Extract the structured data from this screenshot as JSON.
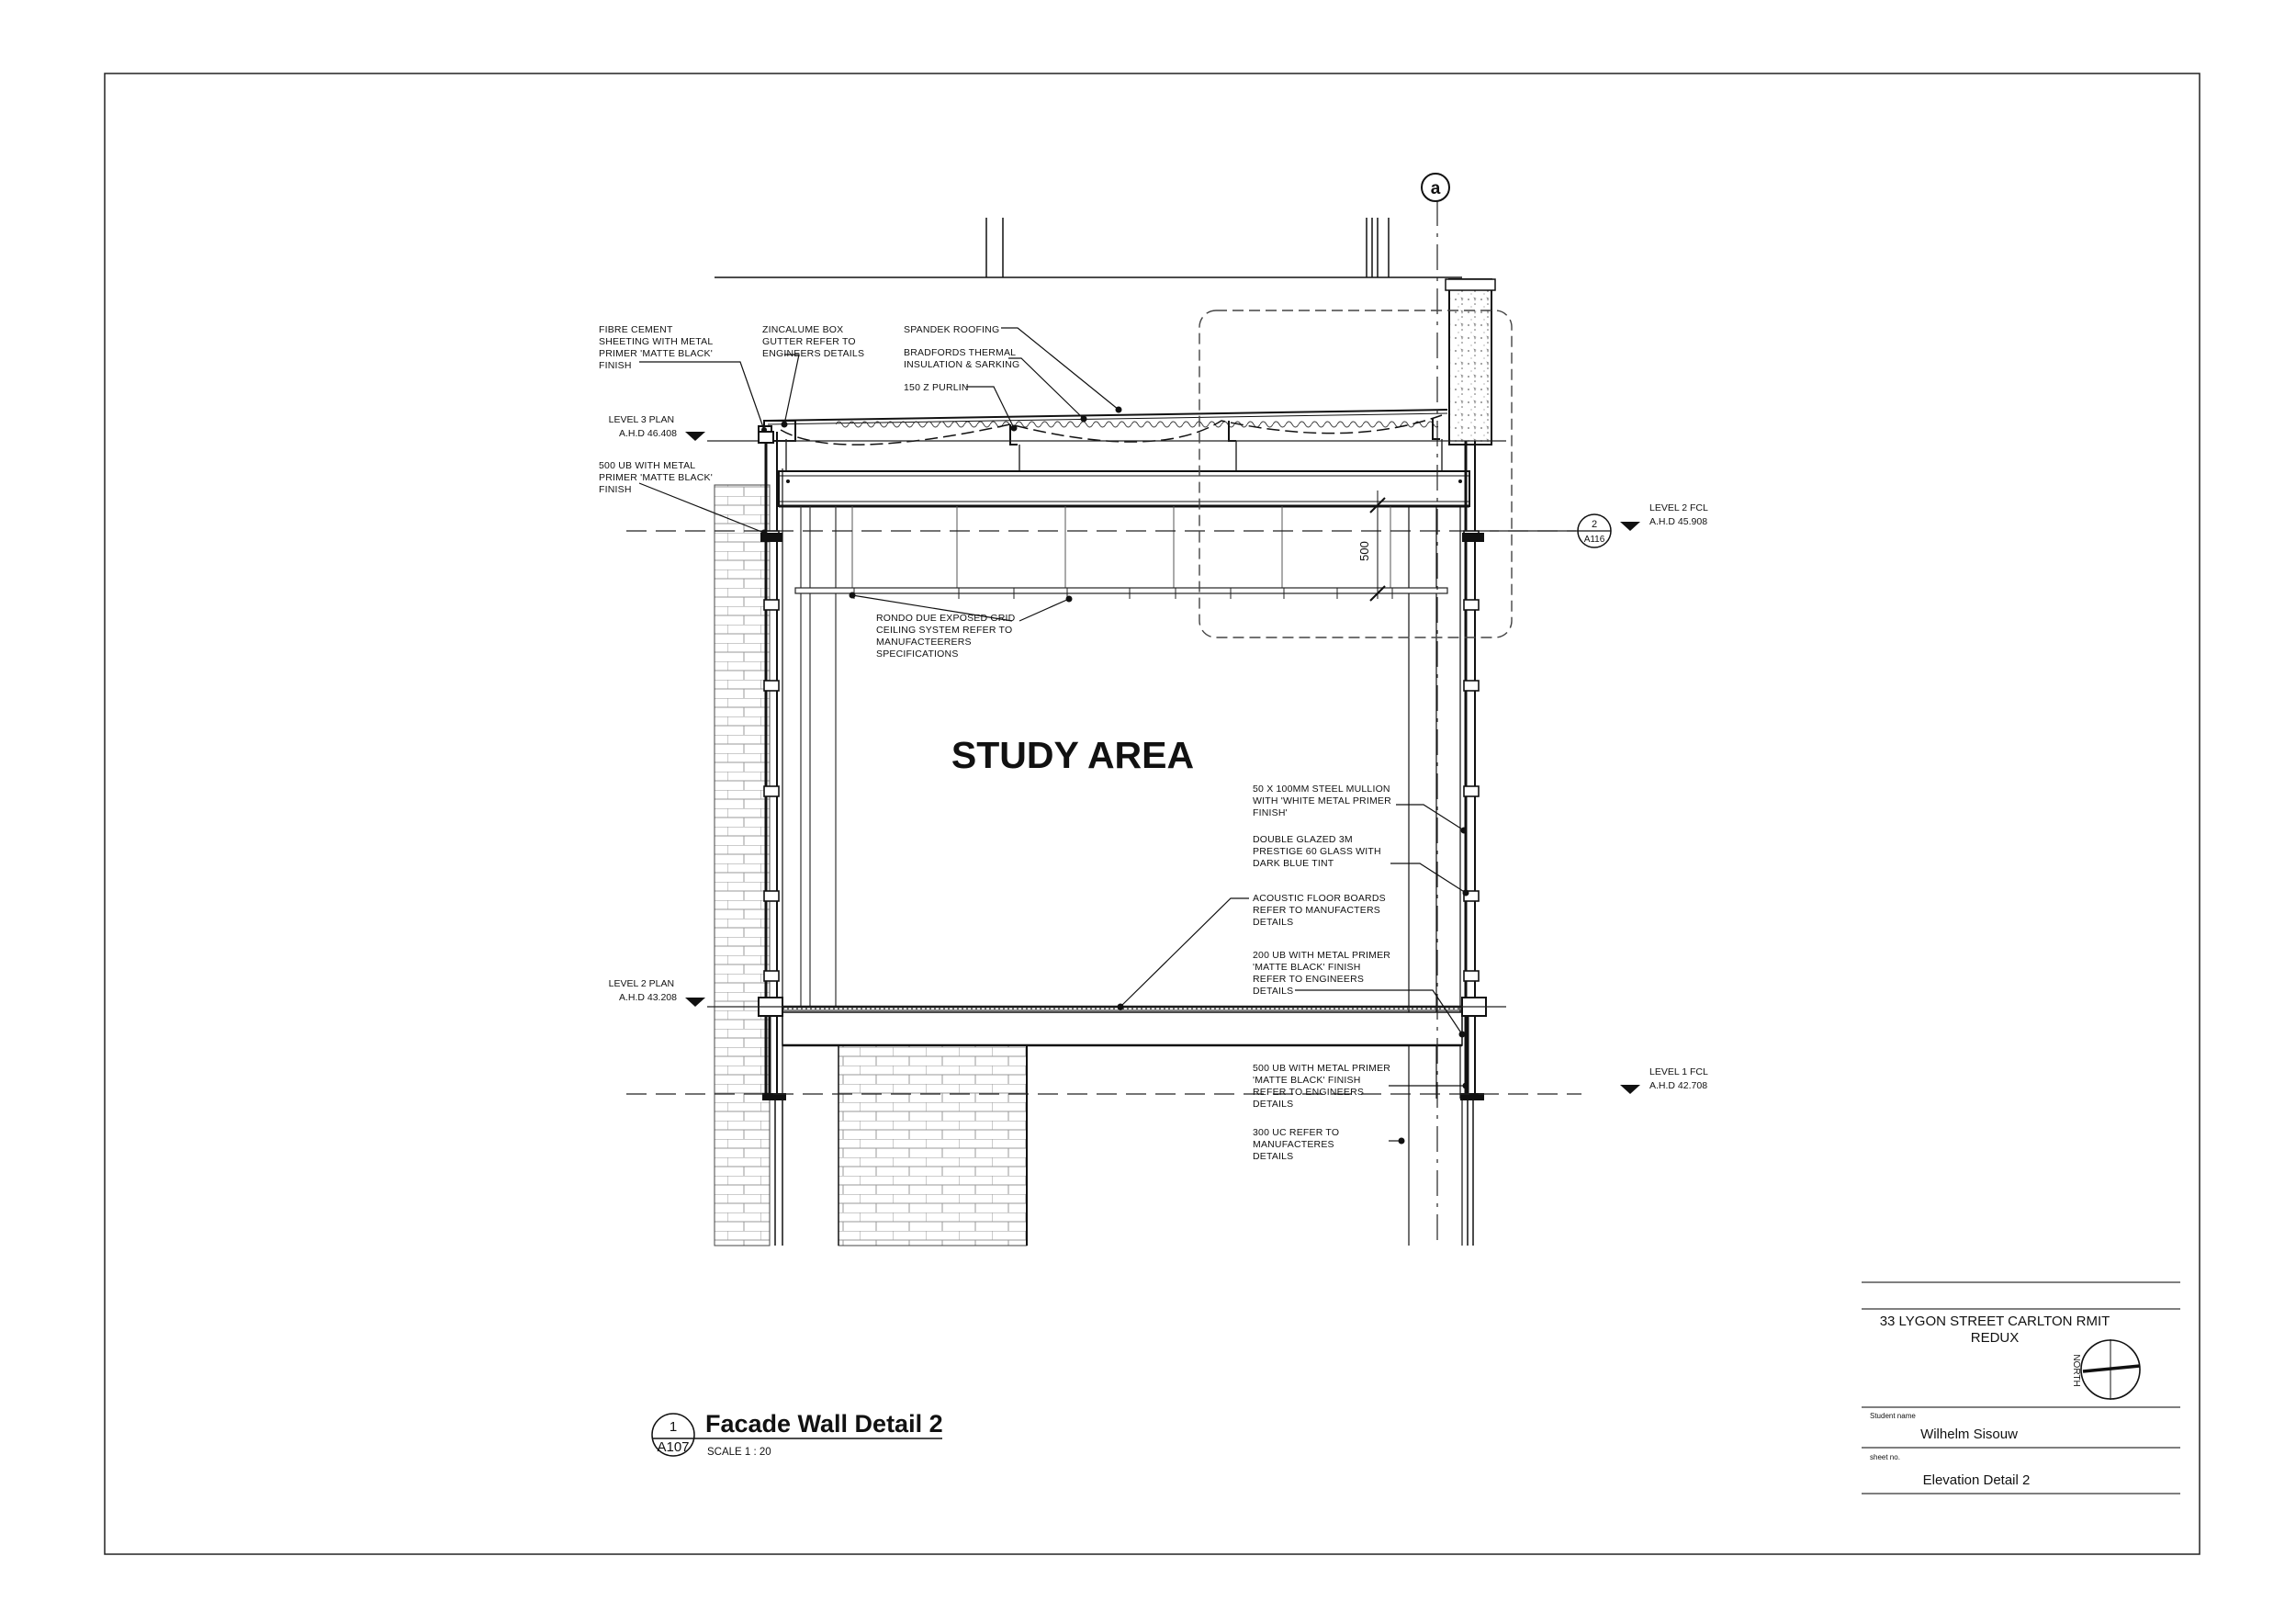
{
  "drawing": {
    "room_label": "STUDY AREA",
    "grid_bubble": "a",
    "dimension": "500",
    "section_callout": {
      "top": "2",
      "bottom": "A116"
    },
    "levels": [
      {
        "id": "level3",
        "line1": "LEVEL 3 PLAN",
        "line2": "A.H.D 46.408"
      },
      {
        "id": "level2fcl",
        "line1": "LEVEL 2 FCL",
        "line2": "A.H.D 45.908"
      },
      {
        "id": "level2",
        "line1": "LEVEL 2 PLAN",
        "line2": "A.H.D 43.208"
      },
      {
        "id": "level1fcl",
        "line1": "LEVEL 1 FCL",
        "line2": "A.H.D 42.708"
      }
    ],
    "notes": {
      "fibre_cement": [
        "FIBRE CEMENT",
        "SHEETING WITH METAL",
        "PRIMER 'MATTE BLACK'",
        "FINISH"
      ],
      "zincalume": [
        "ZINCALUME BOX",
        "GUTTER REFER TO",
        "ENGINEERS DETAILS"
      ],
      "spandek": [
        "SPANDEK ROOFING"
      ],
      "bradfords": [
        "BRADFORDS THERMAL",
        "INSULATION & SARKING"
      ],
      "purlin": [
        "150 Z PURLIN"
      ],
      "ub500_top": [
        "500 UB WITH METAL",
        "PRIMER 'MATTE BLACK'",
        "FINISH"
      ],
      "rondo": [
        "RONDO DUE EXPOSED GRID",
        "CEILING SYSTEM REFER TO",
        "MANUFACTEERERS",
        "SPECIFICATIONS"
      ],
      "mullion": [
        "50 X 100MM STEEL MULLION",
        "WITH 'WHITE METAL PRIMER",
        "FINISH'"
      ],
      "glazing": [
        "DOUBLE GLAZED 3M",
        "PRESTIGE 60 GLASS WITH",
        "DARK BLUE TINT"
      ],
      "acoustic": [
        "ACOUSTIC FLOOR BOARDS",
        "REFER TO MANUFACTERS",
        "DETAILS"
      ],
      "ub200": [
        "200 UB WITH METAL PRIMER",
        "'MATTE BLACK' FINISH",
        " REFER TO ENGINEERS",
        "DETAILS"
      ],
      "ub500_bottom": [
        "500 UB WITH METAL PRIMER",
        "'MATTE BLACK' FINISH",
        " REFER TO ENGINEERS",
        "DETAILS"
      ],
      "uc300": [
        "300 UC REFER TO",
        "MANUFACTERES",
        "DETAILS"
      ]
    }
  },
  "view_title": {
    "number": "1",
    "sheet_ref": "A107",
    "name": "Facade Wall Detail 2",
    "scale": "SCALE  1 : 20"
  },
  "title_block": {
    "project_line1": "33 LYGON STREET CARLTON RMIT",
    "project_line2": "REDUX",
    "north_label": "NORTH",
    "student_label": "Student name",
    "student_name": "Wilhelm Sisouw",
    "sheet_label": "sheet no.",
    "sheet_name": "Elevation Detail 2"
  }
}
